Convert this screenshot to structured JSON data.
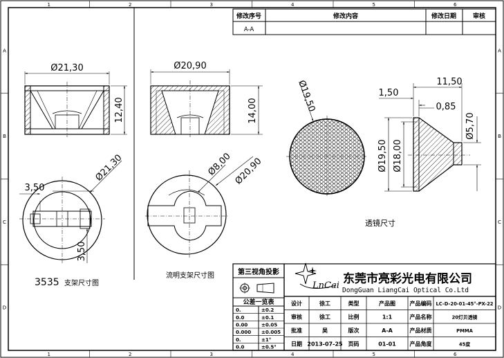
{
  "grid": {
    "columns": [
      "1",
      "2",
      "3",
      "4",
      "5",
      "6"
    ],
    "rows": [
      "A",
      "B",
      "C",
      "D"
    ]
  },
  "revision_table": {
    "headers": [
      "修改序号",
      "修改内容",
      "修改日期",
      "审核"
    ],
    "rows": [
      [
        "A-A",
        "",
        "",
        ""
      ]
    ]
  },
  "views": {
    "holder3535": {
      "title_num": "3535",
      "title_text": "支架尺寸图",
      "dims": {
        "dia_top": "Ø21,30",
        "height": "12,40",
        "dia_bottom": "Ø21,30",
        "slot_w": "3,50",
        "slot_h": "3,50"
      }
    },
    "clear_holder": {
      "title": "流明支架尺寸图",
      "dims": {
        "dia_top": "Ø20,90",
        "height": "14,00",
        "dia_inner": "Ø8,00",
        "dia_outer": "Ø20,90"
      }
    },
    "lens": {
      "title": "透镜尺寸",
      "dims": {
        "dia_face": "Ø19,50",
        "length": "11,50",
        "step1": "1,50",
        "step2": "0,85",
        "dia_tip": "Ø5,70",
        "dia_side1": "Ø19,50",
        "dia_side2": "Ø18,00"
      }
    }
  },
  "projection": {
    "title": "第三视角投影",
    "tolerance_title": "公差一览表",
    "tolerances": [
      [
        "0.",
        "±0.2"
      ],
      [
        "0.0",
        "±0.1"
      ],
      [
        "0.00",
        "±0.05"
      ],
      [
        "0.000",
        "±0.005"
      ],
      [
        "0.",
        "±1°"
      ],
      [
        "0.0",
        "±0.5°"
      ]
    ]
  },
  "company": {
    "name_cn": "东莞市亮彩光电有限公司",
    "name_en": "DongGuan LiangCai Optical Co.Ltd",
    "logo": "LnCai"
  },
  "title_block": {
    "rows": [
      [
        "设计",
        "徐工",
        "类型",
        "产品图",
        "产品编码",
        "LC-D-20-01-45°-PX-22"
      ],
      [
        "审核",
        "徐工",
        "比例",
        "1:1",
        "产品名称",
        "20灯贝透镜"
      ],
      [
        "批准",
        "吴",
        "版次",
        "A-A",
        "产品材质",
        "PMMA"
      ],
      [
        "日期",
        "2013-07-25",
        "页码",
        "01-01",
        "产品角度",
        "45度"
      ]
    ]
  }
}
